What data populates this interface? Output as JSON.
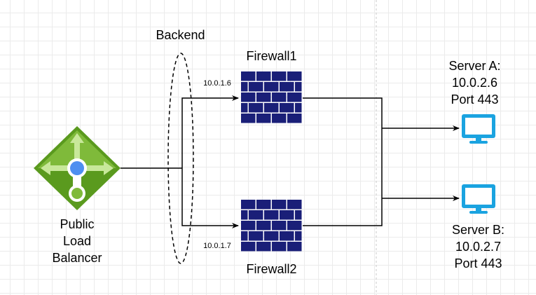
{
  "diagram": {
    "backend_label": "Backend",
    "load_balancer": {
      "label": "Public\nLoad\nBalancer",
      "icon": "load-balancer-icon"
    },
    "firewall1": {
      "label": "Firewall1",
      "ip": "10.0.1.6",
      "icon": "firewall-icon"
    },
    "firewall2": {
      "label": "Firewall2",
      "ip": "10.0.1.7",
      "icon": "firewall-icon"
    },
    "server_a": {
      "label": "Server A:\n10.0.2.6\nPort 443",
      "icon": "monitor-icon"
    },
    "server_b": {
      "label": "Server B:\n10.0.2.7\nPort 443",
      "icon": "monitor-icon"
    }
  },
  "colors": {
    "lb_green_dark": "#5a9a1e",
    "lb_green_light": "#7fba3a",
    "lb_arrows": "#c8e89a",
    "lb_dot": "#4e8ff0",
    "firewall": "#1a1f78",
    "monitor": "#1aa3e0",
    "line": "#000000"
  }
}
